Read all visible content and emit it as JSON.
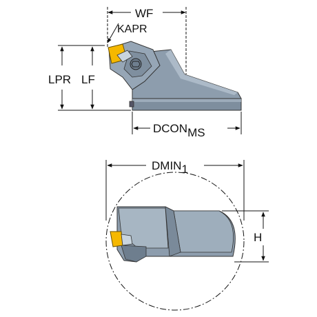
{
  "labels": {
    "wf": "WF",
    "kapr": "KAPR",
    "lpr": "LPR",
    "lf": "LF",
    "dcon": "DCON",
    "dcon_sub": "MS",
    "dmin": "DMIN",
    "dmin_sub": "1",
    "h": "H"
  },
  "colors": {
    "tool_body": "#8a9aaa",
    "tool_face": "#a9b8c6",
    "tool_dark": "#5e6c7a",
    "insert": "#f5b800",
    "line": "#111111"
  }
}
